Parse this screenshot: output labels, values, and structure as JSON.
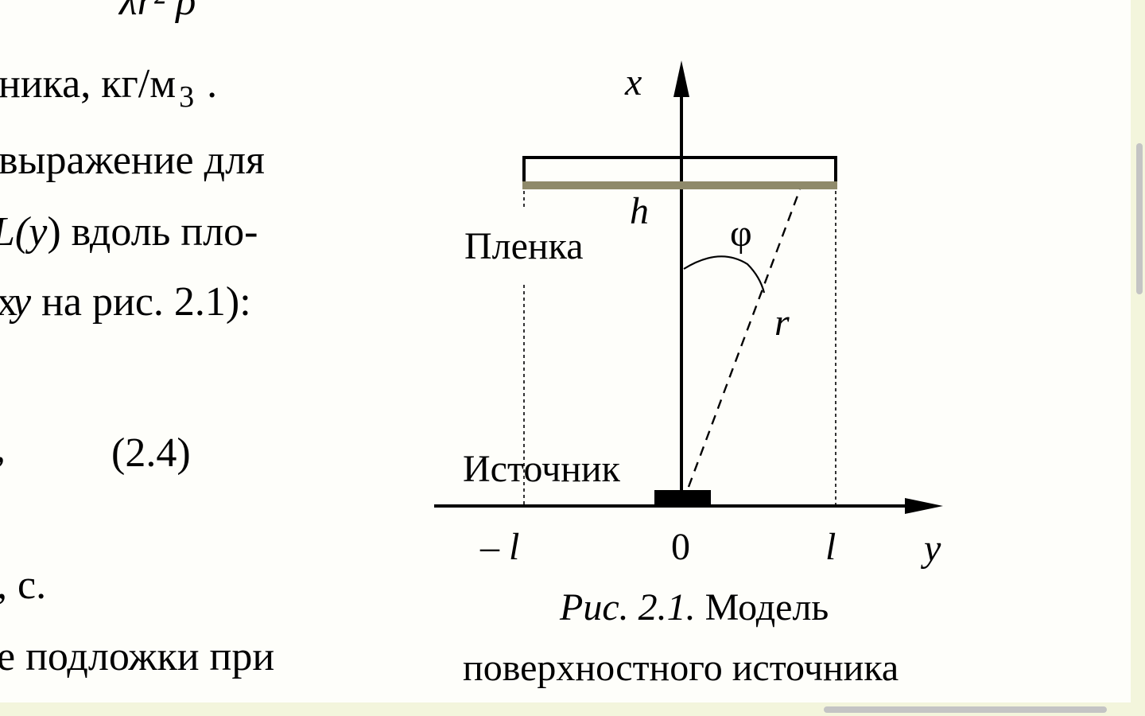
{
  "body_text": {
    "line0": "λr² ρ",
    "line1_prefix": "ника, кг/м",
    "line1_sup": "3",
    "line1_suffix": " .",
    "line2": "выражение  для",
    "line3_prefix": "L(",
    "line3_var": "y",
    "line3_suffix": ")  вдоль  пло-",
    "line4_prefix": "",
    "line4_var": "y",
    "line4_suffix": " на рис. 2.1):",
    "equation_comma": ",",
    "equation_number": "(2.4)",
    "line6": ", с.",
    "line7": "е  подложки  при"
  },
  "figure": {
    "axis_x_label": "x",
    "axis_y_label": "y",
    "label_h": "h",
    "label_phi": "φ",
    "label_r": "r",
    "label_film": "Пленка",
    "label_source": "Источник",
    "tick_neg_l": "– l",
    "tick_zero": "0",
    "tick_l": "l",
    "caption_italic": "Рис. 2.1.",
    "caption_line1_rest": " Модель",
    "caption_line2": "поверхностного источника",
    "colors": {
      "film_strip": "#8f8a6b",
      "ink": "#000000"
    }
  }
}
